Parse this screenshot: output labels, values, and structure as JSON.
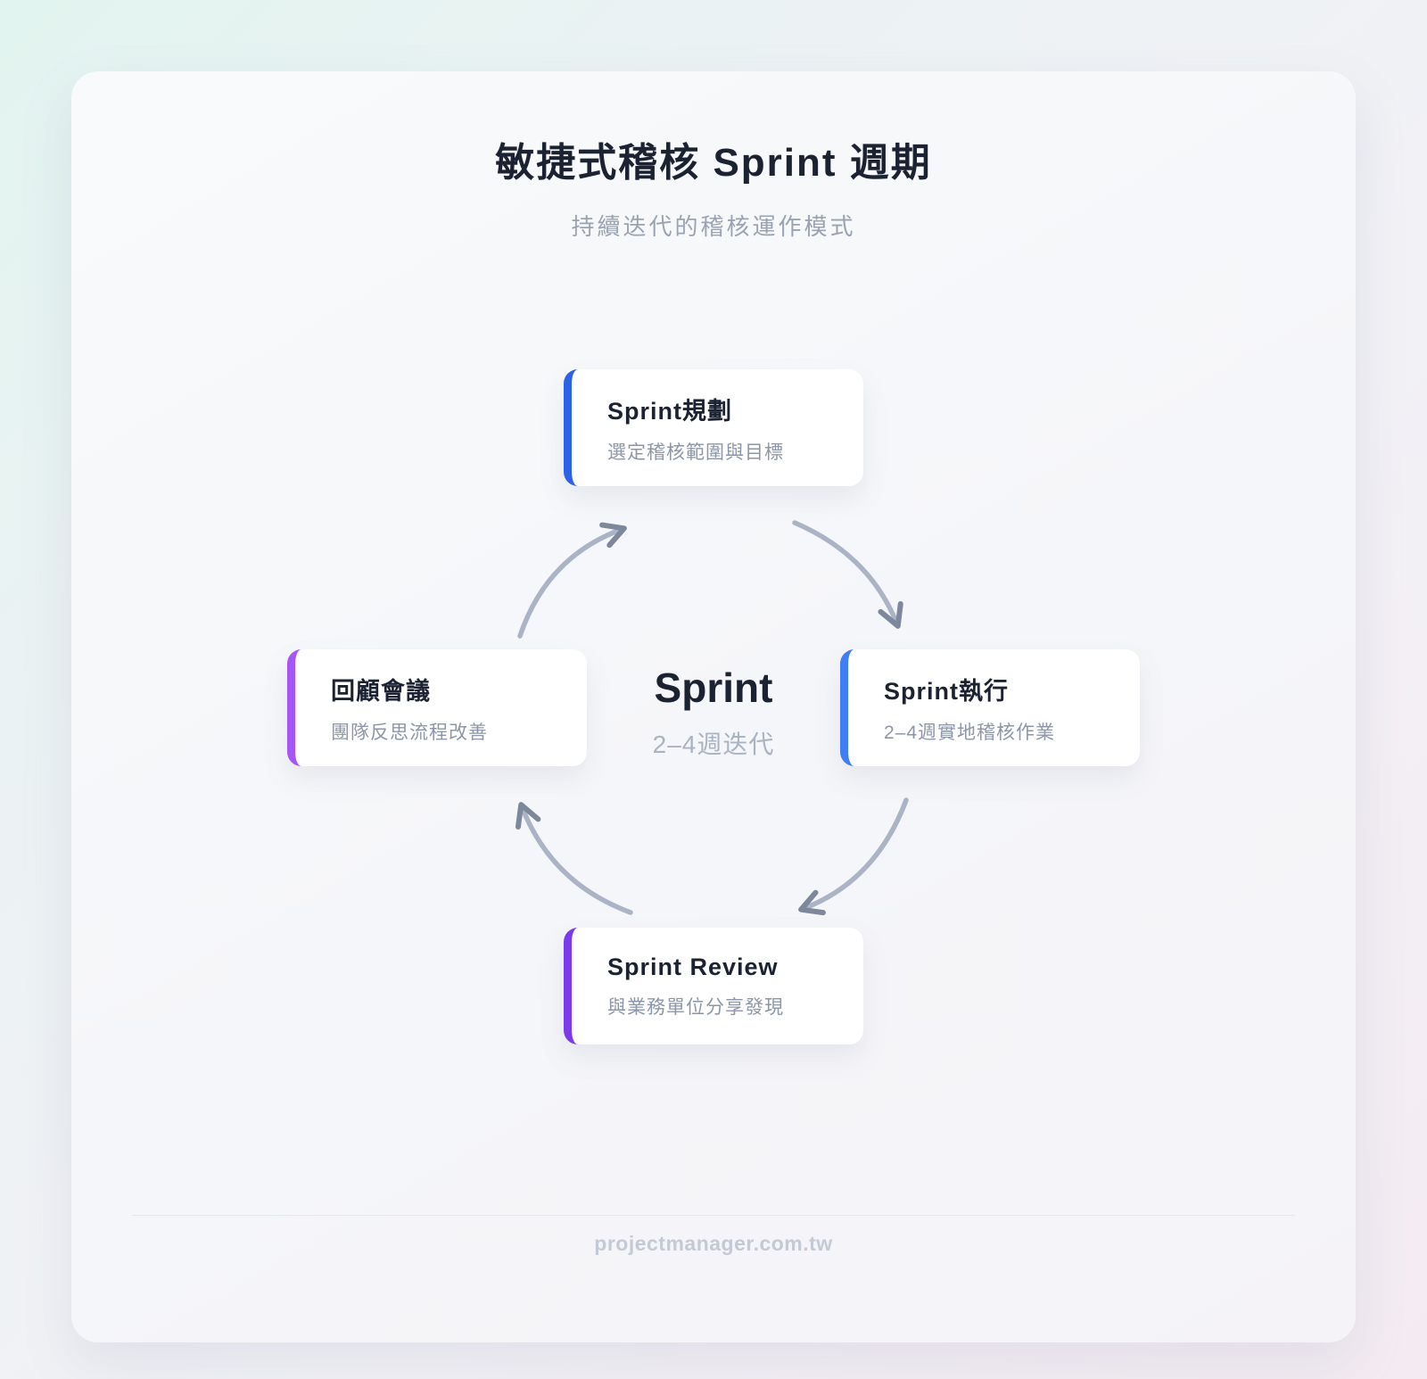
{
  "header": {
    "title": "敏捷式稽核 Sprint 週期",
    "subtitle": "持續迭代的稽核運作模式"
  },
  "center_label": {
    "title": "Sprint",
    "subtitle": "2–4週迭代"
  },
  "cycle_steps": [
    {
      "position": "top",
      "title": "Sprint規劃",
      "description": "選定稽核範圍與目標",
      "accent_color": "#2b62e9"
    },
    {
      "position": "right",
      "title": "Sprint執行",
      "description": "2–4週實地稽核作業",
      "accent_color": "#3f7ef4"
    },
    {
      "position": "bottom",
      "title": "Sprint Review",
      "description": "與業務單位分享發現",
      "accent_color": "#7c3aed"
    },
    {
      "position": "left",
      "title": "回顧會議",
      "description": "團隊反思流程改善",
      "accent_color": "#a855f7"
    }
  ],
  "footer": {
    "text": "projectmanager.com.tw"
  },
  "colors": {
    "arrow_line": "#aab4c6",
    "arrow_head": "#7d889c",
    "text_dark": "#1b2232",
    "text_muted": "#8d96a8"
  }
}
